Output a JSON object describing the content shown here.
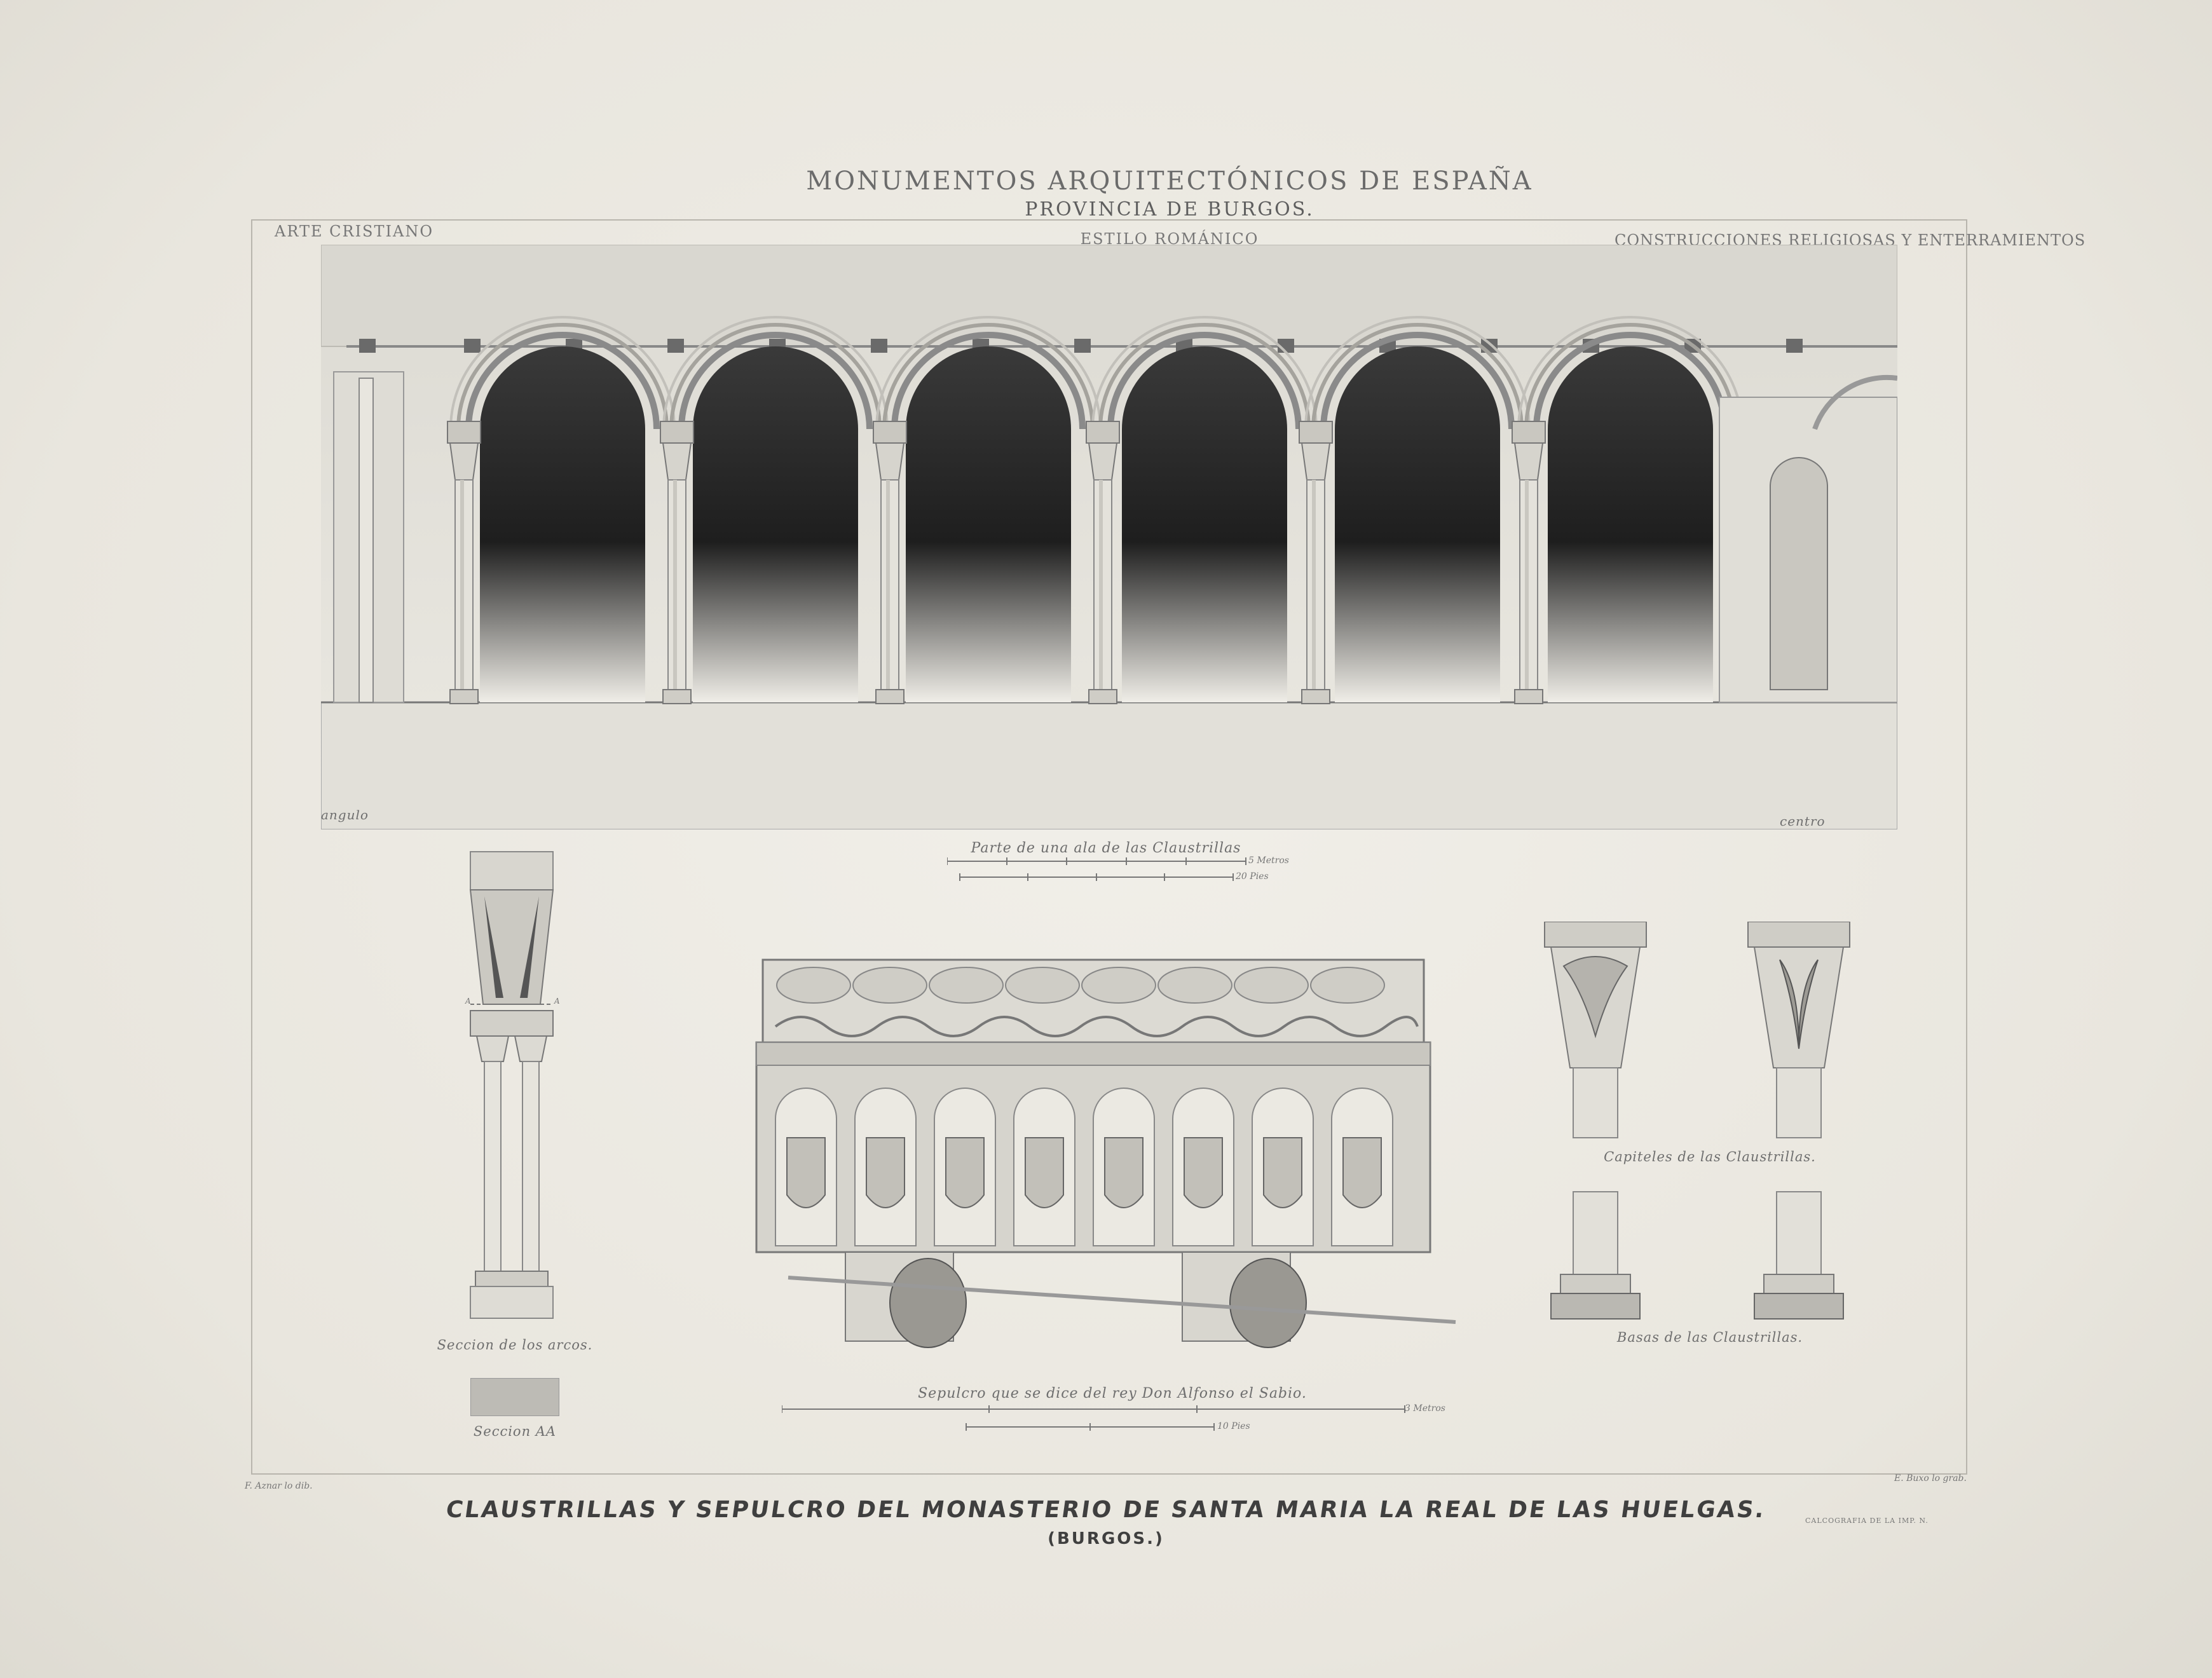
{
  "header": {
    "title": "MONUMENTOS ARQUITECTÓNICOS DE ESPAÑA",
    "province": "PROVINCIA DE BURGOS.",
    "style": "ESTILO ROMÁNICO",
    "left_category": "ARTE CRISTIANO",
    "right_category": "CONSTRUCCIONES RELIGIOSAS Y ENTERRAMIENTOS"
  },
  "plate": {
    "title": "CLAUSTRILLAS Y SEPULCRO DEL MONASTERIO DE SANTA MARIA LA REAL DE LAS HUELGAS.",
    "subtitle": "(BURGOS.)"
  },
  "captions": {
    "cloister": "Parte de una ala de las Claustrillas",
    "angle": "angulo",
    "center": "centro",
    "arch_section": "Seccion de los arcos.",
    "section_aa": "Seccion AA",
    "sepulchre": "Sepulcro que se dice del rey Don Alfonso el Sabio.",
    "capitals": "Capiteles de las Claustrillas.",
    "bases": "Basas de las Claustrillas.",
    "section_mark": "A"
  },
  "credits": {
    "draftsman": "F. Aznar lo dib.",
    "engraver": "E. Buxo lo grab.",
    "printer": "CALCOGRAFIA DE LA IMP. N."
  },
  "scale_labels": {
    "metros": "Metros",
    "pies": "Pies",
    "cloister_m_end": "5",
    "cloister_p_end": "20",
    "tomb_m_end": "3",
    "tomb_p_end": "10"
  },
  "colors": {
    "paper": "#ebe9e2",
    "ink": "#3f3f3f",
    "arch_shadow": "#1f1f1f"
  }
}
